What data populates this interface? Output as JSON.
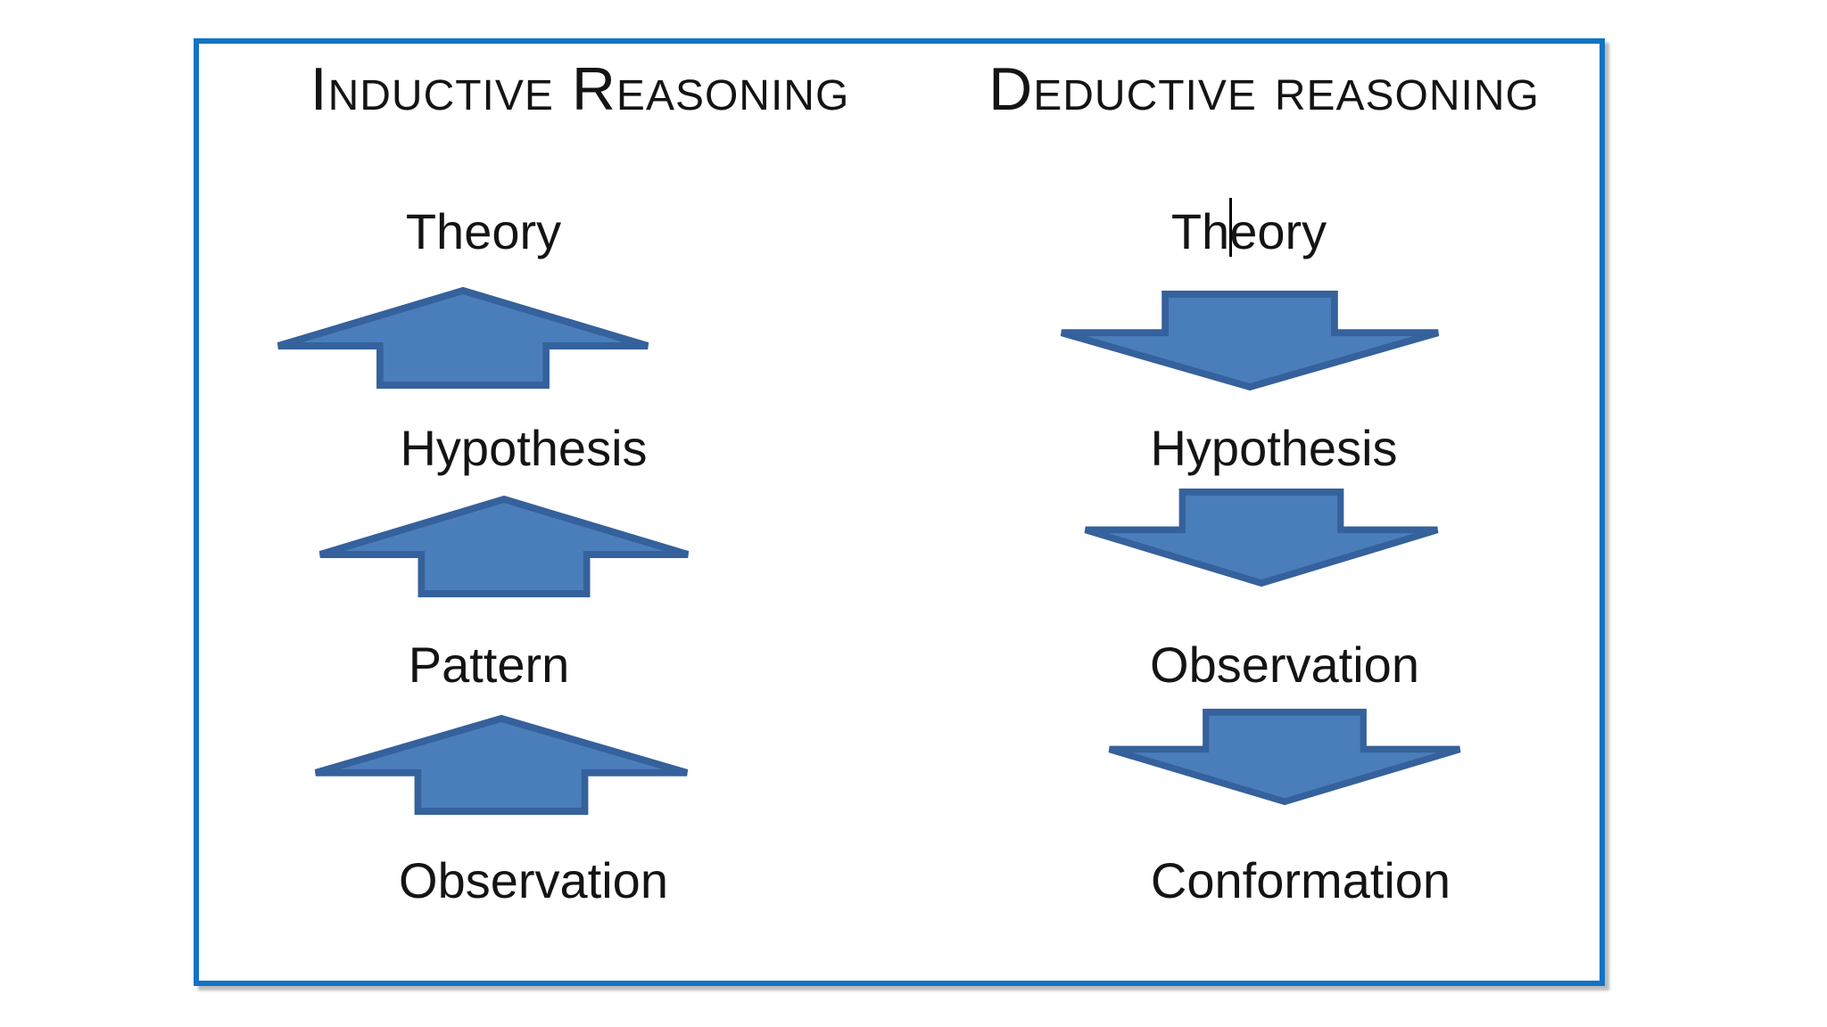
{
  "titles": {
    "left": "Inductive Reasoning",
    "right": "Deductive reasoning"
  },
  "left_column": {
    "direction": "up",
    "steps": [
      "Theory",
      "Hypothesis",
      "Pattern",
      "Observation"
    ]
  },
  "right_column": {
    "direction": "down",
    "steps": [
      "Theory",
      "Hypothesis",
      "Observation",
      "Conformation"
    ]
  },
  "colors": {
    "panel_border": "#1273c4",
    "arrow_fill": "#4a7ebb",
    "arrow_stroke": "#35619c",
    "text": "#141414"
  }
}
